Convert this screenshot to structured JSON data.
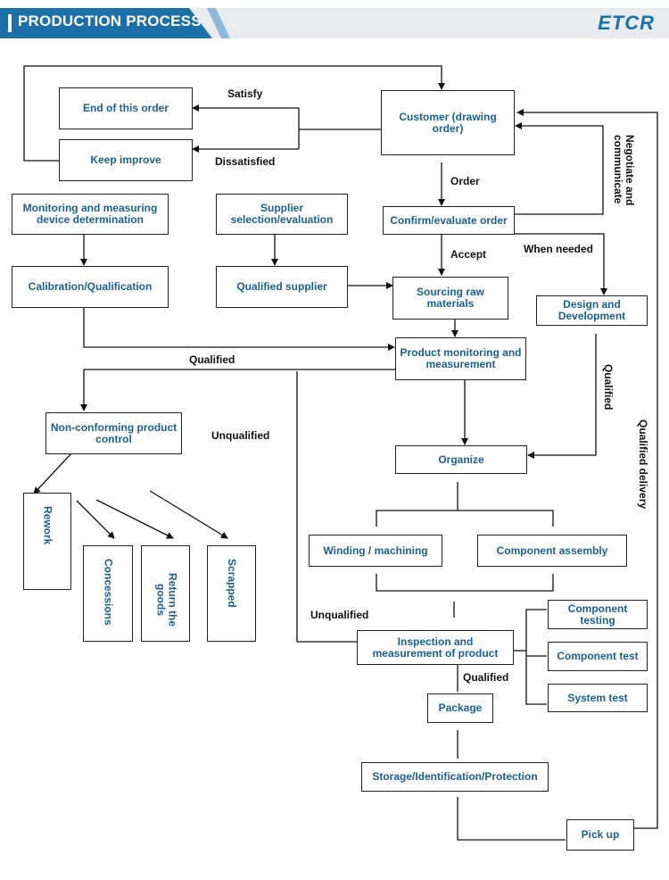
{
  "header": {
    "title": "PRODUCTION PROCESS",
    "logo": "ETCR",
    "brand_color": "#1d6fa8"
  },
  "boxes": {
    "customer": "Customer (drawing order)",
    "end_order": "End of this order",
    "keep_improve": "Keep improve",
    "monitoring_device": "Monitoring and measuring device determination",
    "supplier_selection": "Supplier selection/evaluation",
    "confirm_order": "Confirm/evaluate order",
    "calibration": "Calibration/Qualification",
    "qualified_supplier": "Qualified supplier",
    "sourcing": "Sourcing raw materials",
    "design": "Design and Development",
    "product_monitoring": "Product monitoring and measurement",
    "nonconforming": "Non-conforming product control",
    "organize": "Organize",
    "rework": "Rework",
    "concessions": "Concessions",
    "return_goods": "Return the goods",
    "scrapped": "Scrapped",
    "winding": "Winding / machining",
    "component_assembly": "Component assembly",
    "component_testing": "Component testing",
    "component_test": "Component test",
    "system_test": "System test",
    "inspection": "Inspection and measurement of product",
    "package": "Package",
    "storage": "Storage/Identification/Protection",
    "pickup": "Pick up"
  },
  "labels": {
    "satisfy": "Satisfy",
    "dissatisfied": "Dissatisfied",
    "order": "Order",
    "negotiate": "Negotiate and communicate",
    "accept": "Accept",
    "when_needed": "When needed",
    "qualified_left": "Qualified",
    "qualified_design": "Qualified",
    "unqualified_top": "Unqualified",
    "qualified_delivery": "Qualified delivery",
    "unqualified_bottom": "Unqualified",
    "qualified_inspection": "Qualified"
  }
}
